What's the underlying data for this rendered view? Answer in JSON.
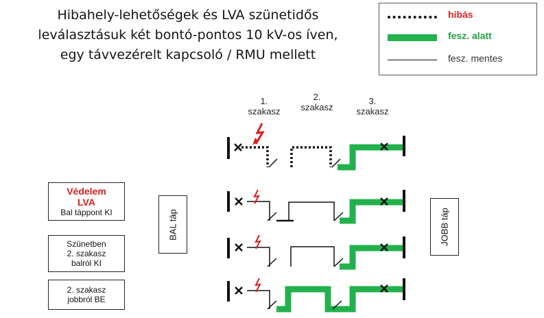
{
  "title": {
    "line1": "Hibahely-lehetőségek és LVA szünetidős",
    "line2": "leválasztásuk két bontó-pontos 10 kV-os íven,",
    "line3": "egy távvezérelt kapcsoló / RMU mellett"
  },
  "legend": {
    "faulty": "hibás",
    "energized": "fesz. alatt",
    "deenergized": "fesz. mentes"
  },
  "segments": [
    {
      "num": "1.",
      "label": "szakasz"
    },
    {
      "num": "2.",
      "label": "szakasz"
    },
    {
      "num": "3.",
      "label": "szakasz"
    }
  ],
  "side_feeds": {
    "left": "BAL táp",
    "right": "JOBB táp"
  },
  "steps": [
    {
      "line1": "Védelem",
      "line2": "LVA",
      "line3": "Bal táppont KI"
    },
    {
      "line1": "Szünetben",
      "line2": "2. szakasz",
      "line3": "balról KI"
    },
    {
      "line1": "2. szakasz",
      "line2": "jobbról BE"
    }
  ],
  "colors": {
    "energized": "#22b14c",
    "faulty": "#d62020",
    "line": "#111111"
  }
}
